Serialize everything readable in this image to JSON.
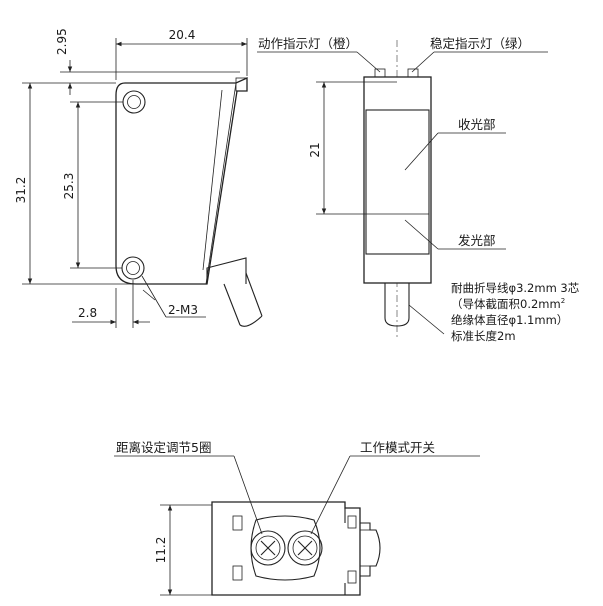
{
  "dimensions": {
    "top_offset": "2.95",
    "width": "20.4",
    "height_total": "31.2",
    "hole_spacing": "25.3",
    "edge_offset": "2.8",
    "mount_holes": "2-M3",
    "window_height": "21",
    "bottom_height": "11.2"
  },
  "labels": {
    "action_indicator": "动作指示灯（橙）",
    "stable_indicator": "稳定指示灯（绿）",
    "receiver": "收光部",
    "emitter": "发光部",
    "distance_dial": "距离设定调节5圈",
    "mode_switch": "工作模式开关"
  },
  "cable_spec": {
    "line1": "耐曲折导线φ3.2mm 3芯",
    "line2": "（导体截面积0.2mm",
    "line2_sup": "2",
    "line3": "绝缘体直径φ1.1mm）",
    "line4": "标准长度2m"
  }
}
